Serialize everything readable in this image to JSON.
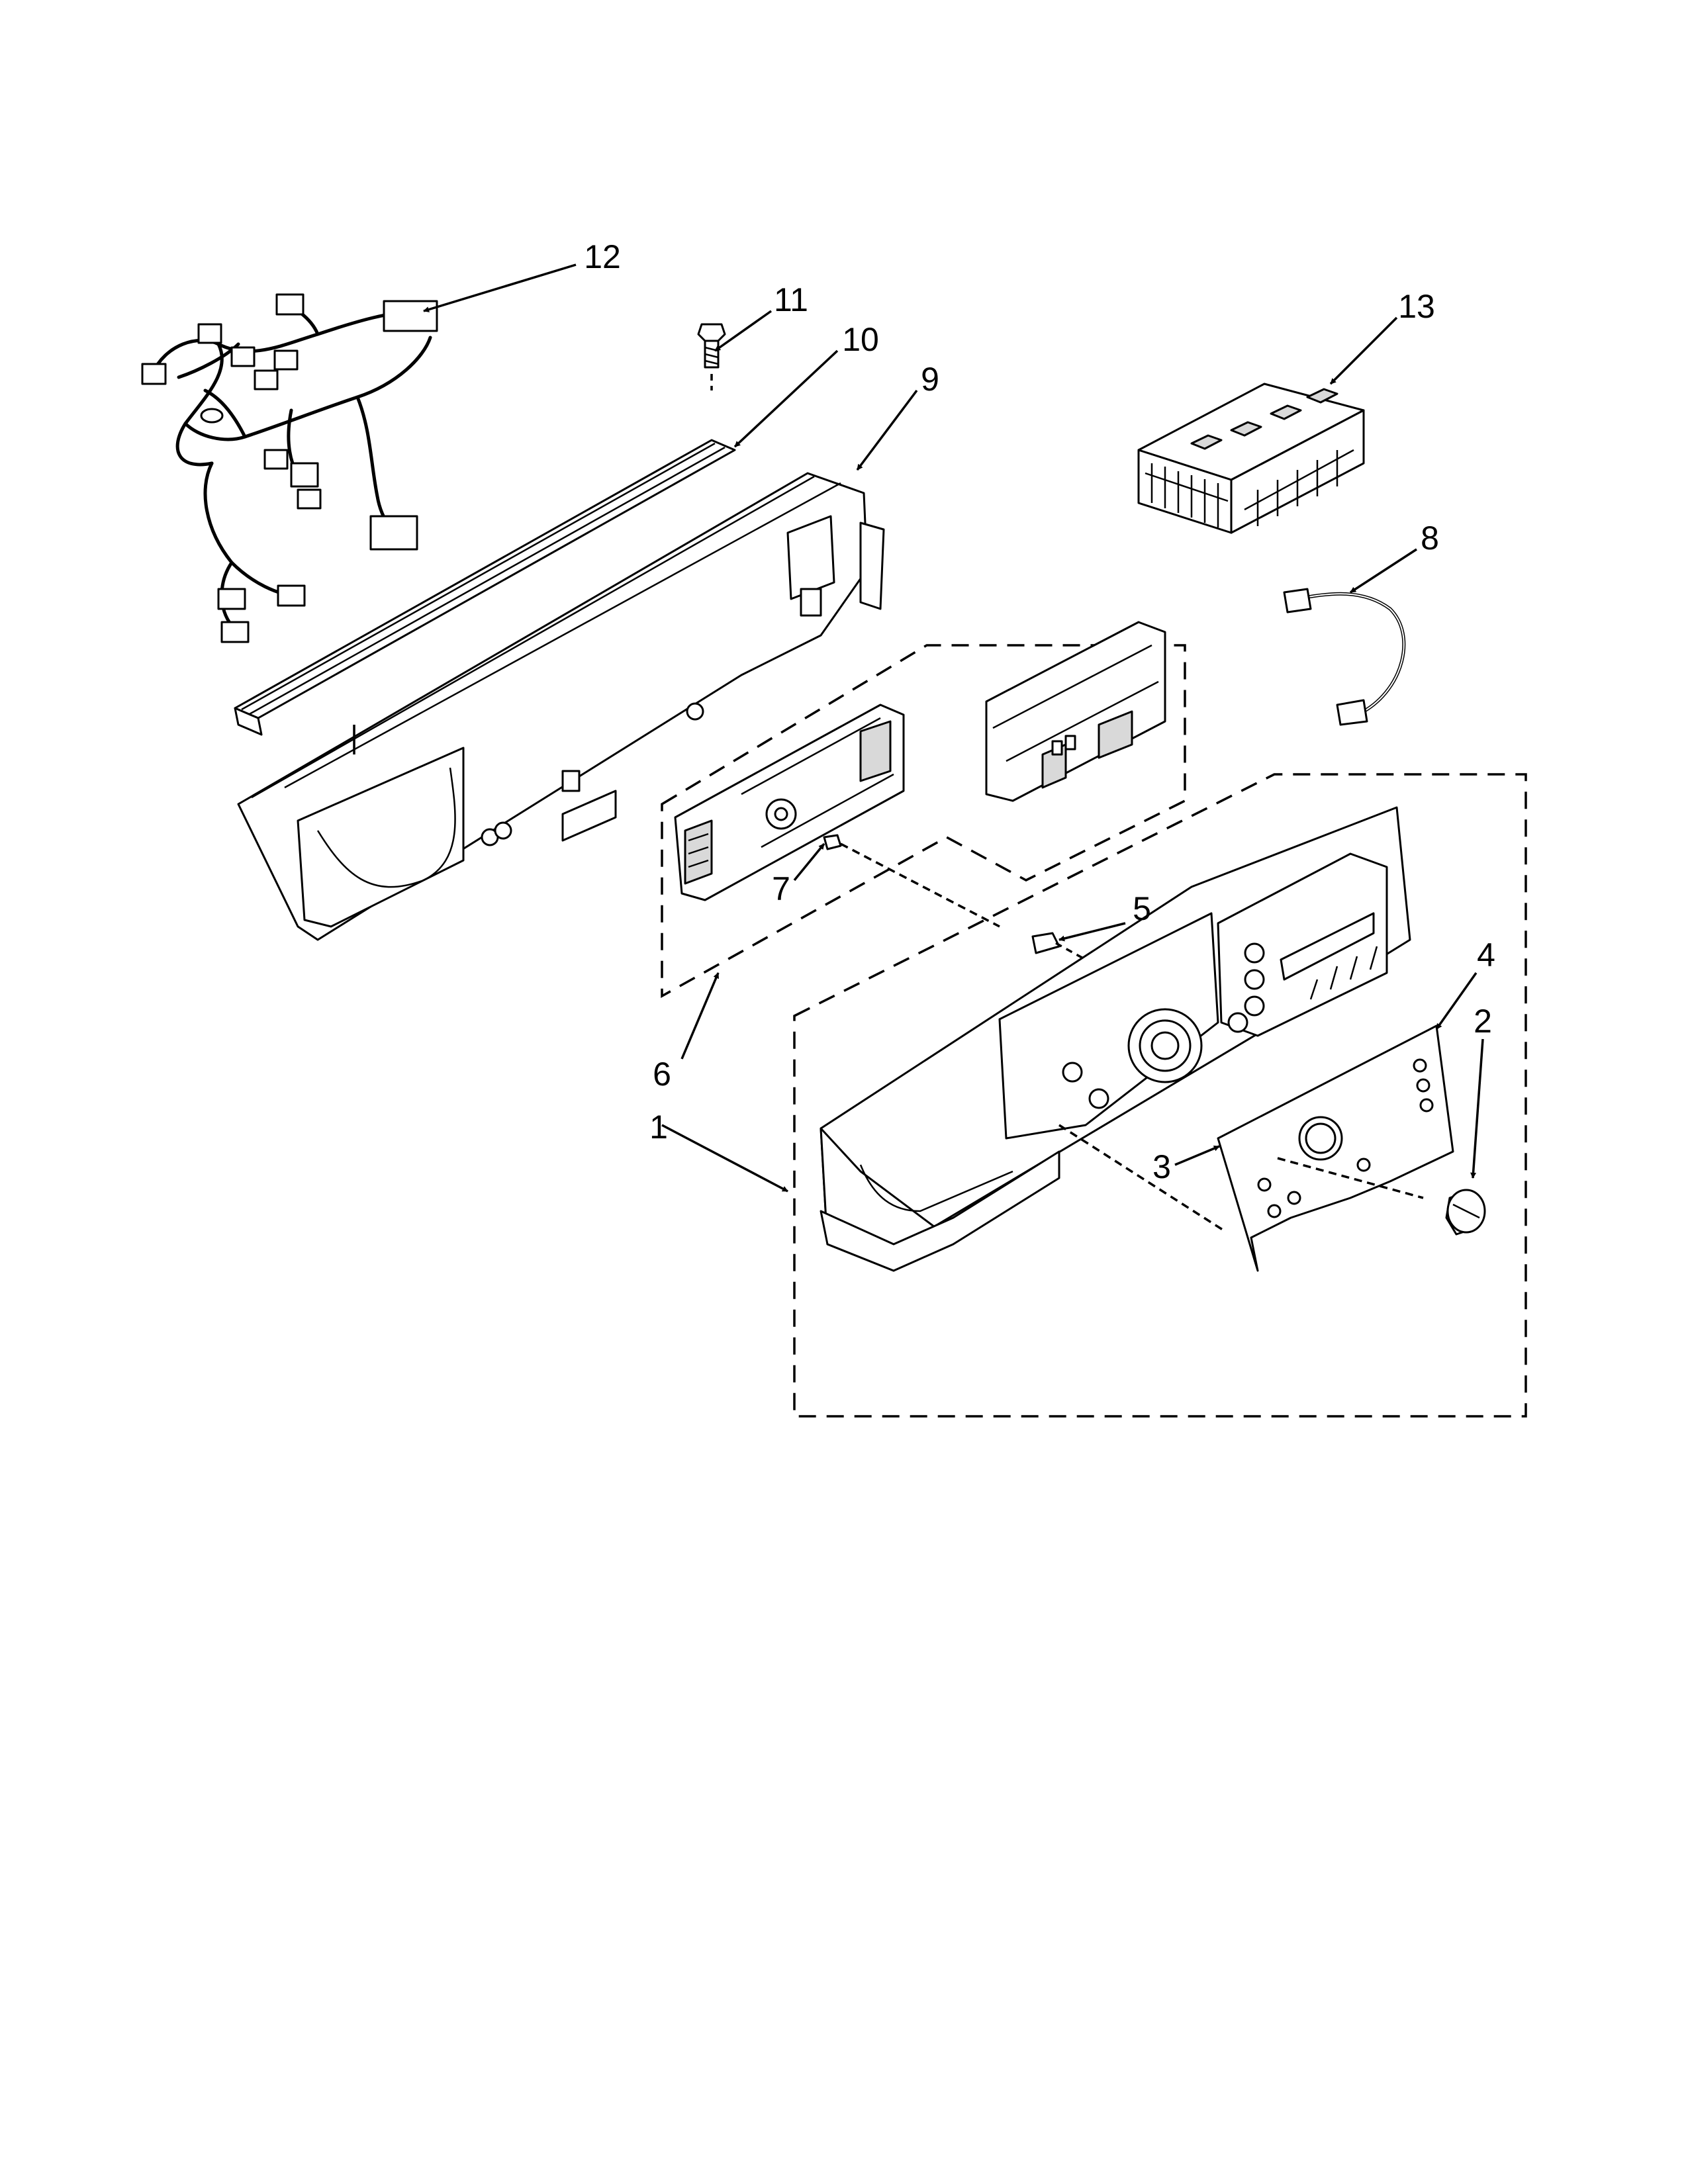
{
  "diagram": {
    "callouts": [
      {
        "id": "1",
        "label": "1"
      },
      {
        "id": "2",
        "label": "2"
      },
      {
        "id": "3",
        "label": "3"
      },
      {
        "id": "4",
        "label": "4"
      },
      {
        "id": "5",
        "label": "5"
      },
      {
        "id": "6",
        "label": "6"
      },
      {
        "id": "7",
        "label": "7"
      },
      {
        "id": "8",
        "label": "8"
      },
      {
        "id": "9",
        "label": "9"
      },
      {
        "id": "10",
        "label": "10"
      },
      {
        "id": "11",
        "label": "11"
      },
      {
        "id": "12",
        "label": "12"
      },
      {
        "id": "13",
        "label": "13"
      }
    ],
    "colors": {
      "line": "#000000",
      "background": "#ffffff",
      "shade": "#d9d9d9"
    }
  }
}
